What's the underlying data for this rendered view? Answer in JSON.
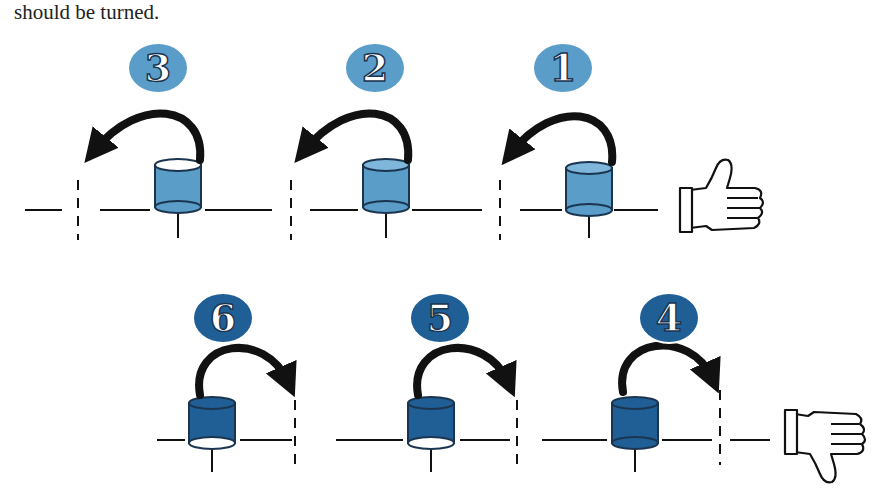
{
  "diagram": {
    "nodes": [
      {
        "text": [
          "3"
        ]
      },
      {
        "text": [
          "2"
        ]
      },
      {
        "text": [
          "1"
        ]
      },
      {
        "text": [
          "6"
        ]
      },
      {
        "text": [
          "5"
        ]
      },
      {
        "text": [
          "4"
        ]
      }
    ],
    "labels": [
      "should be turned."
    ]
  }
}
